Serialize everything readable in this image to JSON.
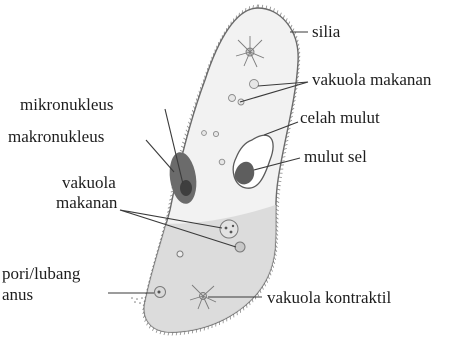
{
  "figure": {
    "subject": "paramecium",
    "labels": {
      "silia": "silia",
      "vakuola_makanan_top": "vakuola makanan",
      "celah_mulut": "celah mulut",
      "mulut_sel": "mulut sel",
      "mikronukleus": "mikronukleus",
      "makronukleus": "makronukleus",
      "vakuola_makanan_left_1": "vakuola",
      "vakuola_makanan_left_2": "makanan",
      "pori_lubang_anus_1": "pori/lubang",
      "pori_lubang_anus_2": "anus",
      "vakuola_kontraktil": "vakuola kontraktil"
    },
    "colors": {
      "cell_fill": "#f2f2f2",
      "cell_outline": "#6a6a6a",
      "nucleus": "#6b6b6b",
      "lower_shading": "#d8d8d8",
      "text": "#1e1e1e"
    }
  }
}
